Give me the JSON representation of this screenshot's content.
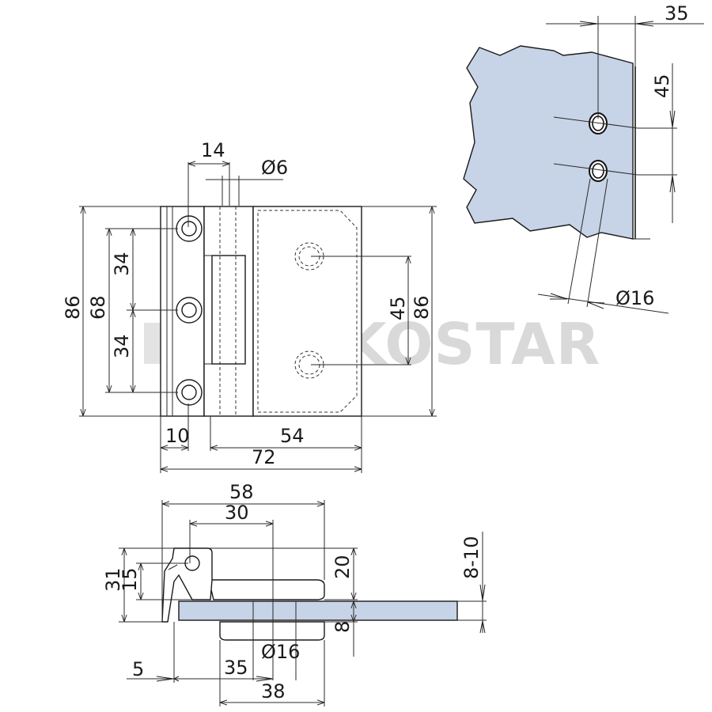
{
  "watermark": {
    "text": "FISKOSTAR"
  },
  "front_view": {
    "dim_14": "14",
    "dim_d6": "Ø6",
    "dim_86_left": "86",
    "dim_68": "68",
    "dim_34_top": "34",
    "dim_34_bottom": "34",
    "dim_45": "45",
    "dim_86_right": "86",
    "dim_10": "10",
    "dim_54": "54",
    "dim_72": "72"
  },
  "glass_detail": {
    "dim_35": "35",
    "dim_45": "45",
    "dim_d16": "Ø16"
  },
  "top_view": {
    "dim_58": "58",
    "dim_30": "30",
    "dim_31": "31",
    "dim_15": "15",
    "dim_20": "20",
    "dim_8_10": "8-10",
    "dim_8": "8",
    "dim_d16": "Ø16",
    "dim_5": "5",
    "dim_35": "35",
    "dim_38": "38"
  }
}
